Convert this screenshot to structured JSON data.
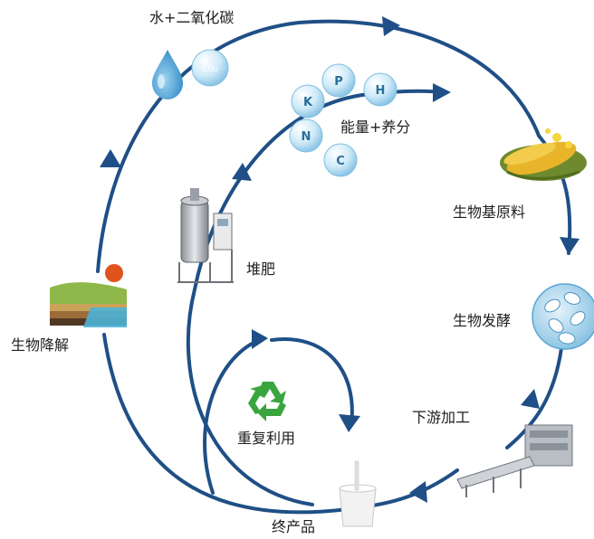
{
  "labels": {
    "water_co2": "水+二氧化碳",
    "energy_nutrients": "能量+养分",
    "bio_raw_material": "生物基原料",
    "bio_fermentation": "生物发酵",
    "downstream": "下游加工",
    "final_product": "终产品",
    "compost": "堆肥",
    "recycle": "重复利用",
    "biodegradation": "生物降解"
  },
  "bubbles": {
    "co2": "CO₂",
    "k": "K",
    "p": "P",
    "h": "H",
    "n": "N",
    "c": "C"
  },
  "colors": {
    "arrow": "#1f4f86",
    "bubble_fill": "#bfe3f5",
    "bubble_text": "#2a6f9c",
    "recycle_green": "#3aa53e"
  },
  "icons": {
    "water": "water-drop-icon",
    "recycle": "recycle-icon",
    "compost": "compost-tank-icon",
    "soil": "soil-layers-icon",
    "grain": "corn-grain-icon",
    "microbe": "microbe-cells-icon",
    "factory": "processing-line-icon",
    "cup": "product-cup-icon"
  }
}
